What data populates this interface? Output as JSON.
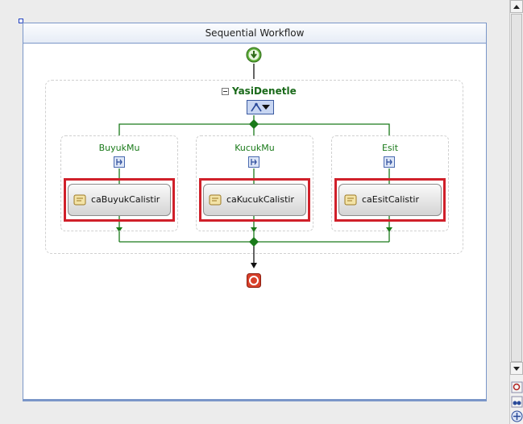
{
  "workflow": {
    "title": "Sequential Workflow",
    "parallel_activity": "YasiDenetle",
    "branches": [
      {
        "name": "BuyukMu",
        "activity": "caBuyukCalistir"
      },
      {
        "name": "KucukMu",
        "activity": "caKucukCalistir"
      },
      {
        "name": "Esit",
        "activity": "caEsitCalistir"
      }
    ]
  },
  "colors": {
    "connector": "#1a7a1a",
    "highlight": "#d0202a",
    "frame_border": "#7a96c8"
  },
  "icons": {
    "start": "start-icon",
    "stop": "stop-icon",
    "code_activity": "code-activity-icon",
    "if_else_branch": "if-else-branch-icon",
    "parallel": "parallel-icon"
  }
}
